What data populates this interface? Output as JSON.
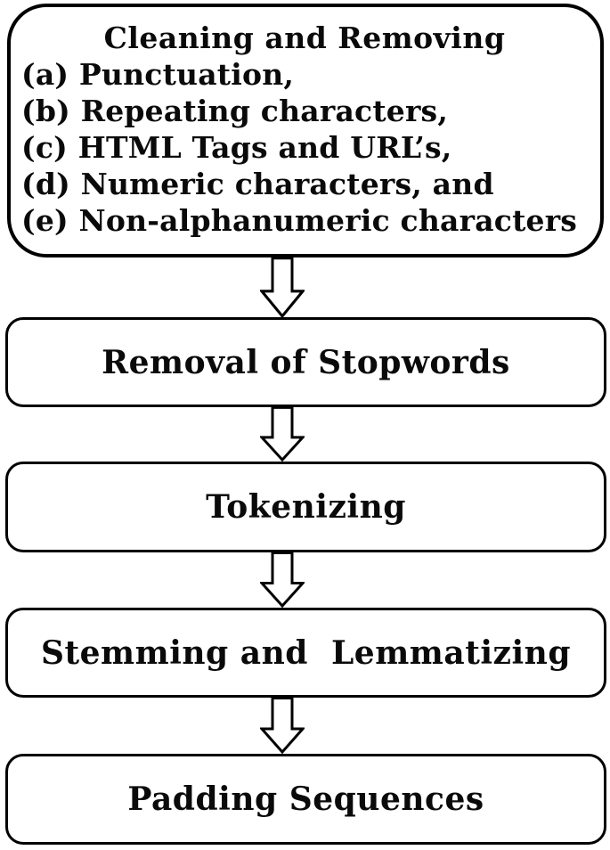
{
  "flowchart": {
    "colors": {
      "stroke": "#000000",
      "fill": "#ffffff",
      "text": "#0a0a0a"
    },
    "box1": {
      "title": "Cleaning and Removing",
      "items": [
        "(a) Punctuation,",
        "(b) Repeating characters,",
        "(c) HTML Tags and URL’s,",
        "(d) Numeric characters, and",
        "(e) Non-alphanumeric characters"
      ]
    },
    "box2": {
      "label": "Removal of Stopwords"
    },
    "box3": {
      "label": "Tokenizing"
    },
    "box4": {
      "label": "Stemming and  Lemmatizing"
    },
    "box5": {
      "label": "Padding Sequences"
    }
  }
}
